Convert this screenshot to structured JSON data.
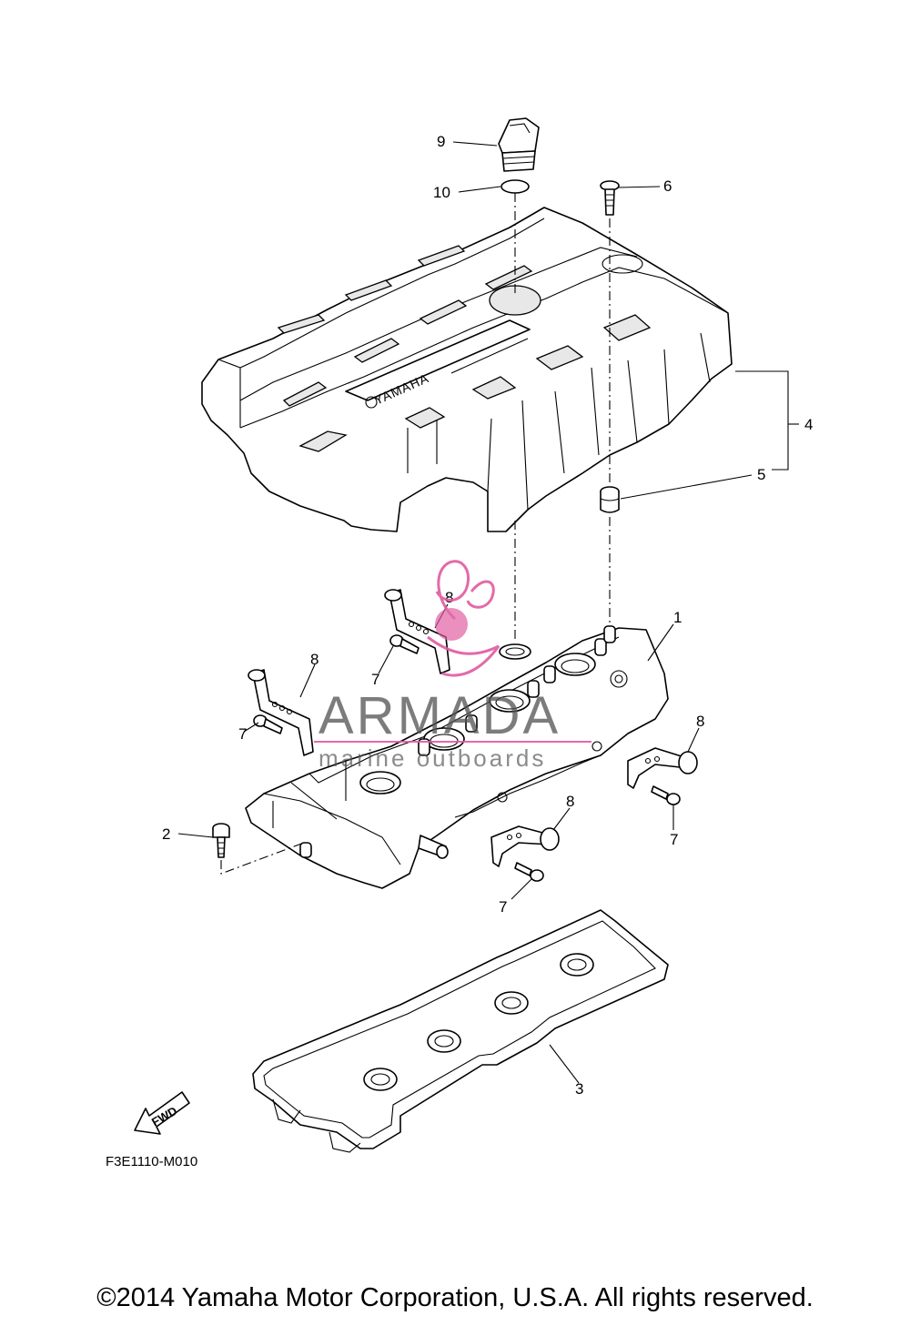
{
  "callouts": {
    "c1": "1",
    "c2": "2",
    "c3": "3",
    "c4": "4",
    "c5": "5",
    "c6": "6",
    "c7a": "7",
    "c7b": "7",
    "c7c": "7",
    "c7d": "7",
    "c8a": "8",
    "c8b": "8",
    "c8c": "8",
    "c8d": "8",
    "c9": "9",
    "c10": "10"
  },
  "cover_brand": "YAMAHA",
  "watermark": {
    "title": "ARMADA",
    "subtitle": "marine outboards",
    "color": "#e05aa0"
  },
  "fwd_label": "FWD",
  "diagram_code": "F3E1110-M010",
  "copyright": "©2014 Yamaha Motor Corporation, U.S.A. All rights reserved."
}
